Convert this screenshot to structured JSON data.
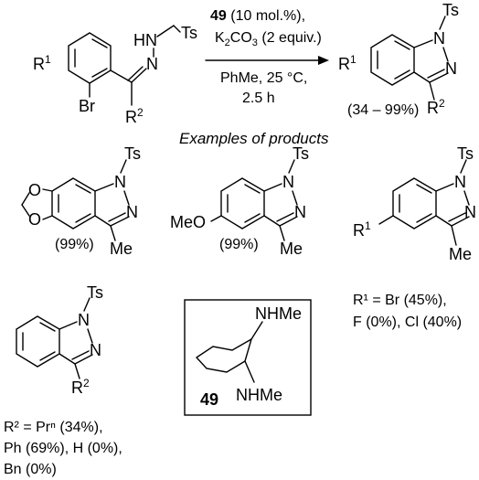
{
  "reaction": {
    "reagent_catalyst": "49",
    "reagent_catalyst_amount": " (10 mol.%),",
    "reagent_base": "K",
    "reagent_base_sub": "2",
    "reagent_base_rest": "CO",
    "reagent_base_sub2": "3",
    "reagent_base_amount": " (2 equiv.)",
    "conditions_solvent": "PhMe, 25 °C,",
    "conditions_time": "2.5 h",
    "yield_range": "(34 – 99%)"
  },
  "substrate": {
    "r1": "R",
    "r1_sup": "1",
    "nh_label": "HN",
    "ts_label": "Ts",
    "n_label": "N",
    "br_label": "Br",
    "r2": "R",
    "r2_sup": "2"
  },
  "product": {
    "r1": "R",
    "r1_sup": "1",
    "n1": "N",
    "ts": "Ts",
    "n2": "N",
    "r2": "R",
    "r2_sup": "2"
  },
  "examples_heading": "Examples of products",
  "examples": [
    {
      "ts": "Ts",
      "n1": "N",
      "n2": "N",
      "me": "Me",
      "o1": "O",
      "o2": "O",
      "yield": "(99%)"
    },
    {
      "ts": "Ts",
      "n1": "N",
      "n2": "N",
      "me": "Me",
      "meo": "MeO",
      "yield": "(99%)"
    },
    {
      "ts": "Ts",
      "n1": "N",
      "n2": "N",
      "me": "Me",
      "r1": "R",
      "r1_sup": "1",
      "note_line1": "R¹ = Br  (45%),",
      "note_line2": "F (0%), Cl (40%)"
    },
    {
      "ts": "Ts",
      "n1": "N",
      "n2": "N",
      "r2": "R",
      "r2_sup": "2",
      "note_line1": "R² = Prⁿ (34%),",
      "note_line2": "Ph (69%), H (0%),",
      "note_line3": "Bn (0%)"
    }
  ],
  "catalyst": {
    "nhme_top": "NHMe",
    "nhme_bottom": "NHMe",
    "label": "49"
  }
}
